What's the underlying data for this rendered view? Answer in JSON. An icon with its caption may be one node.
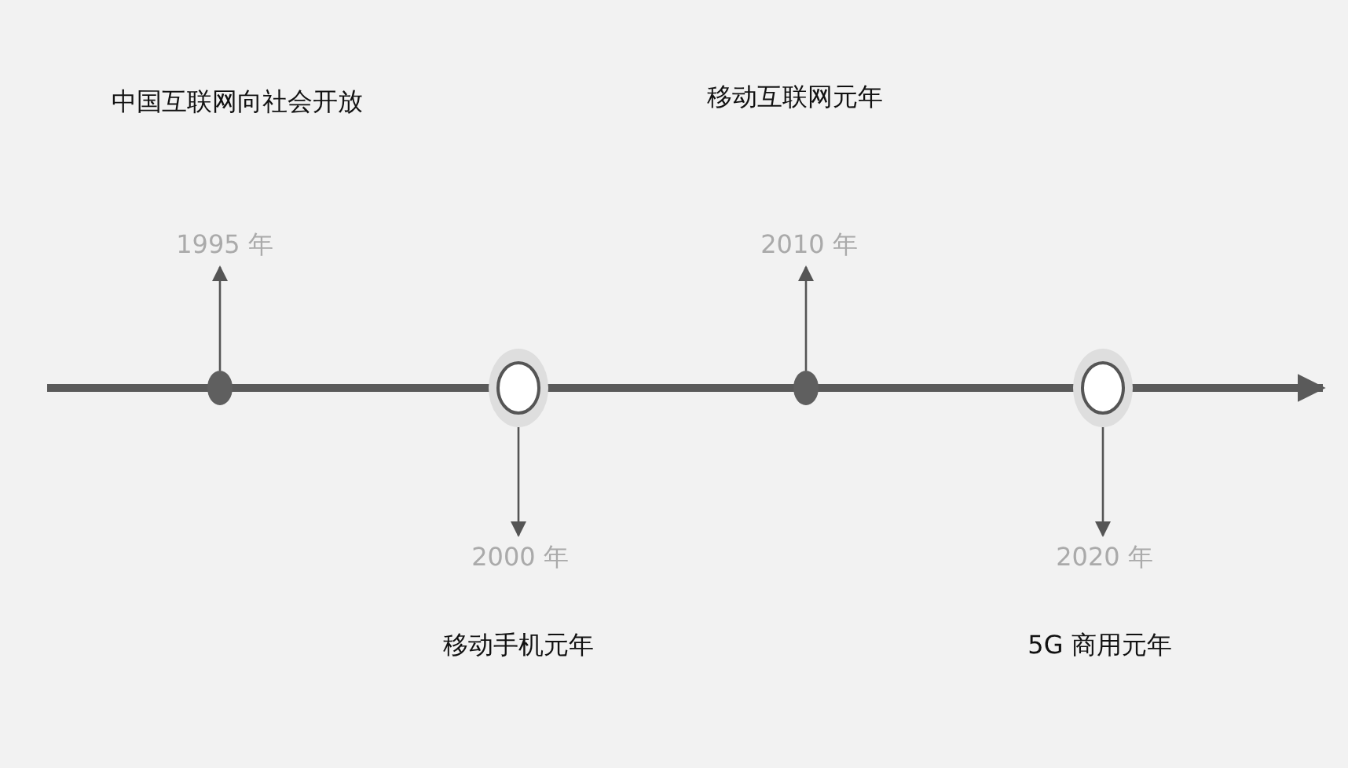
{
  "diagram": {
    "nodes": [
      {
        "text": [],
        "shape": "circle"
      },
      {
        "text": [],
        "shape": "circle"
      },
      {
        "text": [],
        "shape": "circle"
      },
      {
        "text": [],
        "shape": "circle"
      },
      {
        "text": [
          "1995 年"
        ]
      },
      {
        "text": [
          "2000 年"
        ]
      },
      {
        "text": [
          "2010 年"
        ]
      },
      {
        "text": [
          "2020 年"
        ]
      }
    ],
    "labels": [
      "中国互联网向社会开放",
      "移动互联网元年",
      "移动手机元年",
      "5G 商用元年"
    ],
    "edges": [
      {
        "from": 0,
        "to": 4,
        "arrow": "to"
      },
      {
        "from": 1,
        "to": 5,
        "arrow": "to"
      },
      {
        "from": 2,
        "to": 6,
        "arrow": "to"
      },
      {
        "from": 3,
        "to": 7,
        "arrow": "to"
      }
    ]
  }
}
